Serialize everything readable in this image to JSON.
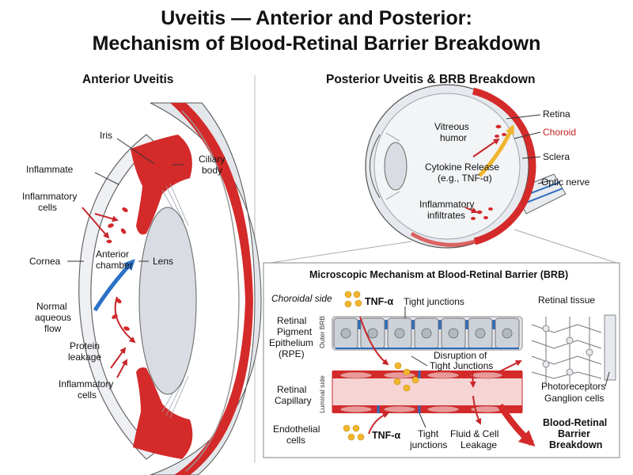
{
  "title": {
    "line1": "Uveitis — Anterior and Posterior:",
    "line2": "Mechanism of Blood-Retinal Barrier Breakdown"
  },
  "anterior": {
    "heading": "Anterior Uveitis",
    "labels": {
      "iris": "Iris",
      "inflammate": "Inflammate",
      "inflam_cells_1a": "Inflammatory",
      "inflam_cells_1b": "cells",
      "cornea": "Cornea",
      "chamber_a": "Anterior",
      "chamber_b": "chamber",
      "lens": "Lens",
      "ciliary_a": "Ciliary",
      "ciliary_b": "body",
      "flow_a": "Normal",
      "flow_b": "aqueous",
      "flow_c": "flow",
      "protein_a": "Protein",
      "protein_b": "leakage",
      "inflam_cells_2a": "Inflammatory",
      "inflam_cells_2b": "cells"
    }
  },
  "posterior": {
    "heading": "Posterior Uveitis & BRB Breakdown",
    "labels": {
      "retina": "Retina",
      "choroid": "Choroid",
      "sclera": "Sclera",
      "optic": "Optic nerve",
      "vitreous_a": "Vitreous",
      "vitreous_b": "humor",
      "cytokine_a": "Cytokine Release",
      "cytokine_b": "(e.g., TNF-α)",
      "infiltrates_a": "Inflammatory",
      "infiltrates_b": "infiltrates"
    }
  },
  "micro": {
    "heading": "Microscopic Mechanism at Blood-Retinal Barrier (BRB)",
    "labels": {
      "choroidal_side": "Choroidal side",
      "tnf_top": "TNF-α",
      "tight_junctions_top": "Tight junctions",
      "retinal_tissue": "Retinal tissue",
      "rpe_a": "Retinal",
      "rpe_b": "Pigment",
      "rpe_c": "Epithelium",
      "rpe_d": "(RPE)",
      "outer_brb": "Outer BRB",
      "disruption_a": "Disruption of",
      "disruption_b": "Tight Junctions",
      "luminal_side": "Luminal side",
      "capillary_a": "Retinal",
      "capillary_b": "Capillary",
      "photoreceptors": "Photoreceptors",
      "ganglion": "Ganglion cells",
      "endothelial_a": "Endothelial",
      "endothelial_b": "cells",
      "tnf_bottom": "TNF-α",
      "tight_bottom_a": "Tight",
      "tight_bottom_b": "junctions",
      "fluid_a": "Fluid & Cell",
      "fluid_b": "Leakage",
      "brb_a": "Blood-Retinal",
      "brb_b": "Barrier",
      "brb_c": "Breakdown"
    }
  },
  "colors": {
    "inflammation": "#d42a2a",
    "cornea": "#eef0f3",
    "lens": "#d9dde3",
    "flow": "#2b72c6",
    "cytokine": "#f1b62d",
    "choroid_text": "#c52222",
    "junction": "#2b6bbf",
    "capillary": "#f6d4d4"
  }
}
